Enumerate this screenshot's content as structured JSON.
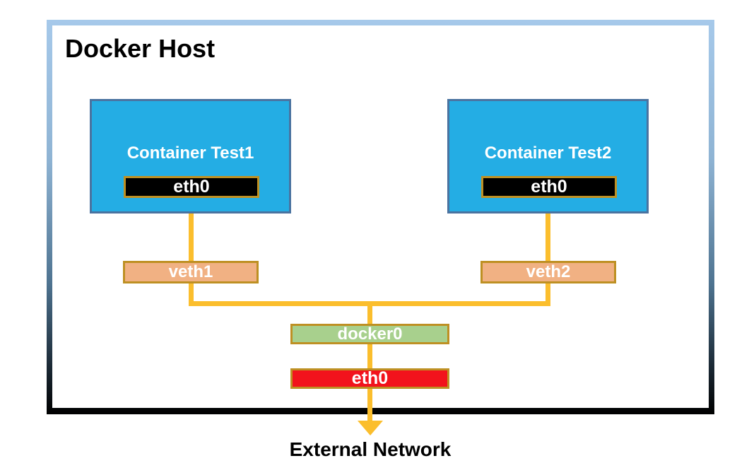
{
  "diagram": {
    "host": {
      "title": "Docker Host"
    },
    "containers": [
      {
        "label": "Container Test1",
        "interface": "eth0"
      },
      {
        "label": "Container Test2",
        "interface": "eth0"
      }
    ],
    "veth_pairs": [
      {
        "label": "veth1"
      },
      {
        "label": "veth2"
      }
    ],
    "bridge": {
      "label": "docker0"
    },
    "host_interface": {
      "label": "eth0"
    },
    "external_label": "External Network"
  },
  "colors": {
    "host_border_gradient_top": "#A6C9EA",
    "host_border_gradient_bottom": "#000000",
    "container_fill": "#24ADE4",
    "container_border": "#4A73A0",
    "interface_box_fill": "#000000",
    "gold_border": "#BE9023",
    "connector_line": "#FBBE2D",
    "veth_fill": "#F1B183",
    "bridge_fill": "#A8D08D",
    "host_interface_fill": "#F2131C",
    "box_text": "#FFFFFF",
    "heading_text": "#000000"
  }
}
